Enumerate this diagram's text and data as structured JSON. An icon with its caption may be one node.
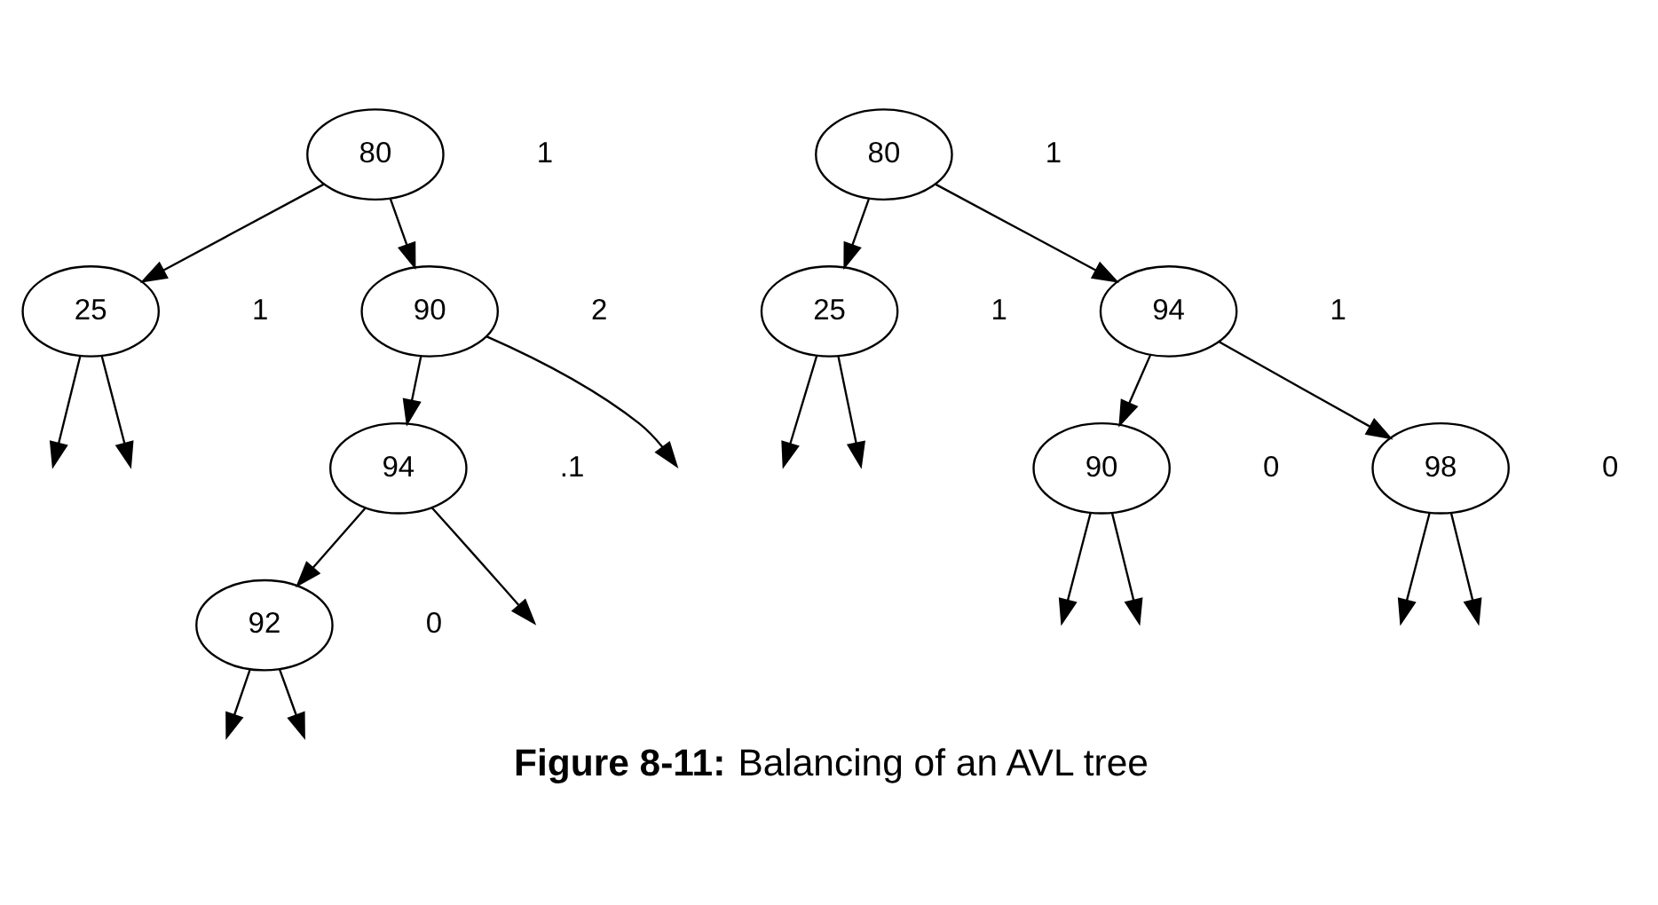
{
  "diagram": {
    "caption": "**Figure 8-11:** Balancing of an AVL tree",
    "nodes": [
      {
        "text": [
          "80"
        ],
        "beside": [
          "1"
        ]
      },
      {
        "text": [
          "25"
        ],
        "beside": [
          "1"
        ]
      },
      {
        "text": [
          "90"
        ],
        "beside": [
          "2"
        ]
      },
      {
        "text": [
          "94"
        ],
        "beside": [
          ".1"
        ]
      },
      {
        "text": [
          "92"
        ],
        "beside": [
          "0"
        ]
      },
      {
        "text": [
          "80"
        ],
        "beside": [
          "1"
        ]
      },
      {
        "text": [
          "25"
        ],
        "beside": [
          "1"
        ]
      },
      {
        "text": [
          "94"
        ],
        "beside": [
          "1"
        ]
      },
      {
        "text": [
          "90"
        ],
        "beside": [
          "0"
        ]
      },
      {
        "text": [
          "98"
        ],
        "beside": [
          "0"
        ]
      }
    ],
    "edges": [
      {
        "from": 0,
        "to": 1,
        "arrow": "to"
      },
      {
        "from": 0,
        "to": 2,
        "arrow": "to"
      },
      {
        "from": 1,
        "to": null,
        "arrow": "to"
      },
      {
        "from": 1,
        "to": null,
        "arrow": "to"
      },
      {
        "from": 2,
        "to": 3,
        "arrow": "to"
      },
      {
        "from": 2,
        "to": null,
        "arrow": "to"
      },
      {
        "from": 3,
        "to": 4,
        "arrow": "to"
      },
      {
        "from": 3,
        "to": null,
        "arrow": "to"
      },
      {
        "from": 4,
        "to": null,
        "arrow": "to"
      },
      {
        "from": 4,
        "to": null,
        "arrow": "to"
      },
      {
        "from": 5,
        "to": 6,
        "arrow": "to"
      },
      {
        "from": 5,
        "to": 7,
        "arrow": "to"
      },
      {
        "from": 6,
        "to": null,
        "arrow": "to"
      },
      {
        "from": 6,
        "to": null,
        "arrow": "to"
      },
      {
        "from": 7,
        "to": 8,
        "arrow": "to"
      },
      {
        "from": 7,
        "to": 9,
        "arrow": "to"
      },
      {
        "from": 8,
        "to": null,
        "arrow": "to"
      },
      {
        "from": 8,
        "to": null,
        "arrow": "to"
      },
      {
        "from": 9,
        "to": null,
        "arrow": "to"
      },
      {
        "from": 9,
        "to": null,
        "arrow": "to"
      }
    ]
  }
}
